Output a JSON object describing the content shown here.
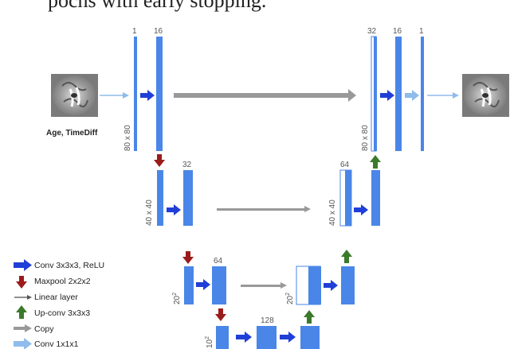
{
  "header_text": "pochs with early stopping.",
  "input_caption": "Age, TimeDiff",
  "channels": {
    "enc1_in": "1",
    "enc1_out": "16",
    "enc2": "32",
    "enc3": "64",
    "bottleneck": "128",
    "dec3": "64",
    "dec1_concat": "32",
    "dec1_out": "16",
    "final": "1"
  },
  "sizes": {
    "level1_left": "80 x 80",
    "level1_right": "80 x 80",
    "level2_left": "40 x 40",
    "level2_right": "40 x 40",
    "level3_left_base": "20",
    "level3_right_base": "20",
    "level4_base": "10",
    "exp": "2"
  },
  "legend": [
    {
      "label": "Conv 3x3x3, ReLU",
      "color": "#1f3fd6",
      "icon": "arrow-right-icon"
    },
    {
      "label": "Maxpool 2x2x2",
      "color": "#9b1b1b",
      "icon": "arrow-down-icon"
    },
    {
      "label": "Linear layer",
      "color": "#555555",
      "icon": "thin-arrow-right-icon"
    },
    {
      "label": "Up-conv 3x3x3",
      "color": "#3a7a2a",
      "icon": "arrow-up-icon"
    },
    {
      "label": "Copy",
      "color": "#999999",
      "icon": "gray-arrow-right-icon"
    },
    {
      "label": "Conv 1x1x1",
      "color": "#8fbcec",
      "icon": "light-arrow-right-icon"
    }
  ],
  "colors": {
    "feature_map": "#4a86e8",
    "conv": "#1f3fd6",
    "maxpool": "#9b1b1b",
    "upconv": "#3a7a2a",
    "copy": "#999999",
    "conv1x1": "#8fbcec",
    "linear": "#555555"
  }
}
